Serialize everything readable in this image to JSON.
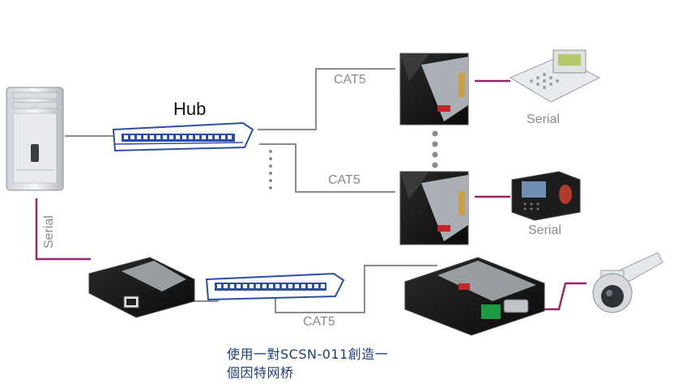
{
  "labels": {
    "hub": "Hub",
    "cat5_top": "CAT5",
    "cat5_middle": "CAT5",
    "cat5_bottom": "CAT5",
    "serial_pos": "Serial",
    "serial_fingerprint": "Serial",
    "serial_vertical": "Serial"
  },
  "caption": {
    "line1": "使用一對SCSN-011創造一",
    "line2": "個因特网桥"
  },
  "colors": {
    "serial_line": "#a0226e",
    "cat5_line": "#8c8c8c",
    "hub_blue": "#2b4ea8",
    "caption_text": "#1e3d7a"
  },
  "icons": [
    "server-tower-icon",
    "ethernet-hub-icon",
    "serial-device-server-icon",
    "pos-terminal-icon",
    "fingerprint-reader-icon",
    "dome-camera-icon"
  ]
}
